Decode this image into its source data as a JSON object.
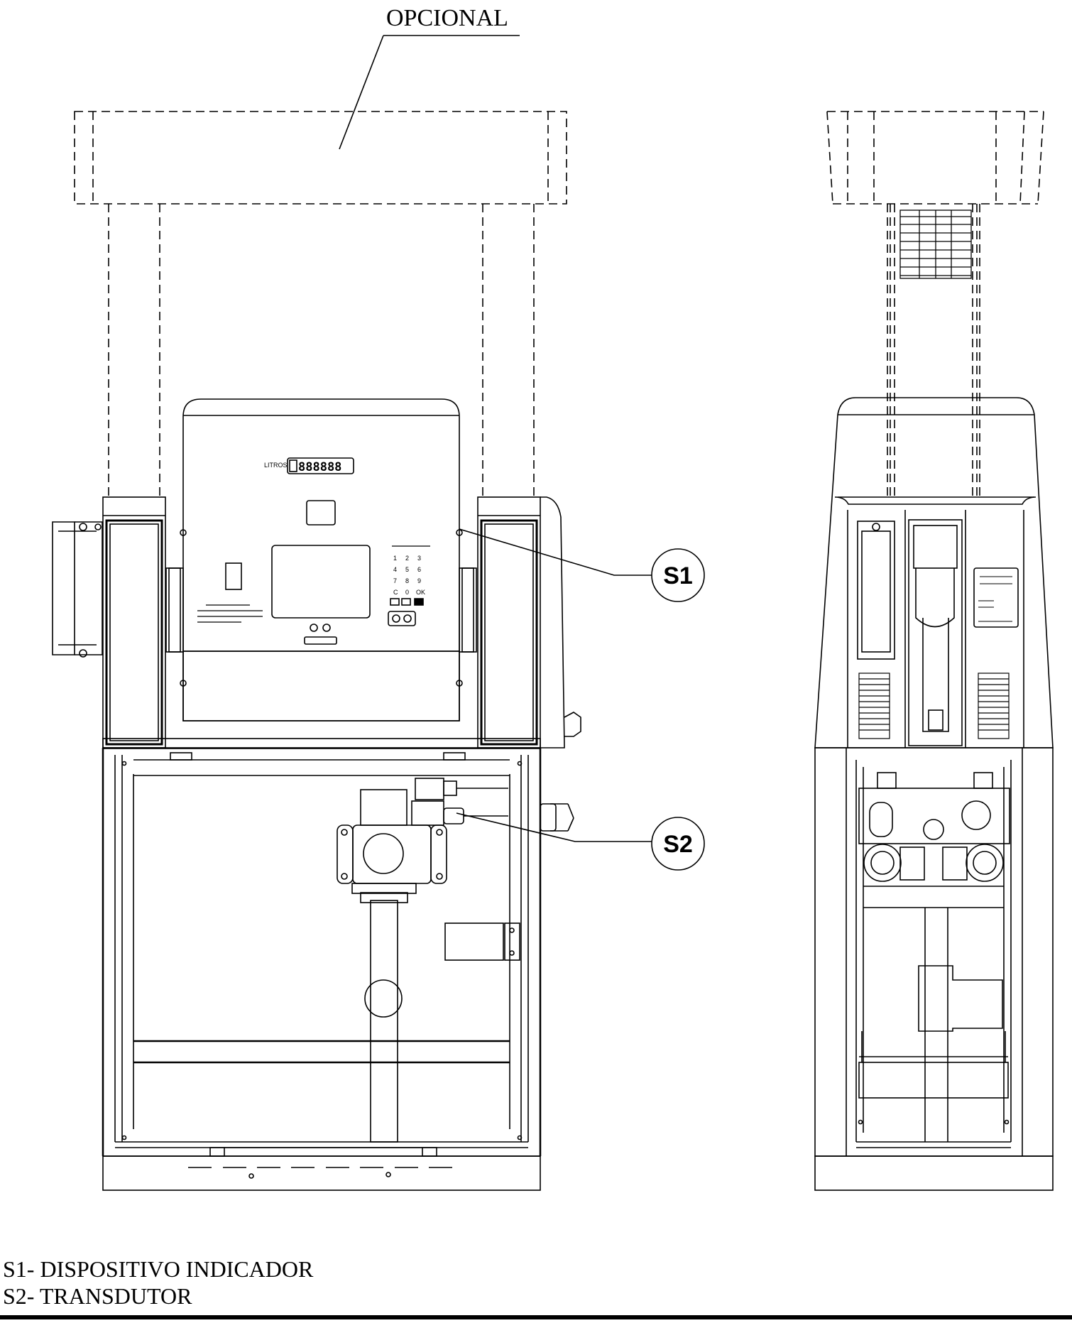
{
  "optional_label": "OPCIONAL",
  "callouts": {
    "s1": "S1",
    "s2": "S2"
  },
  "display": {
    "unit_label": "LITROS",
    "digits": "888888"
  },
  "keypad": [
    "1",
    "2",
    "3",
    "4",
    "5",
    "6",
    "7",
    "8",
    "9",
    "C",
    "0",
    "OK"
  ],
  "legend": [
    "S1- DISPOSITIVO INDICADOR",
    "S2- TRANSDUTOR"
  ]
}
